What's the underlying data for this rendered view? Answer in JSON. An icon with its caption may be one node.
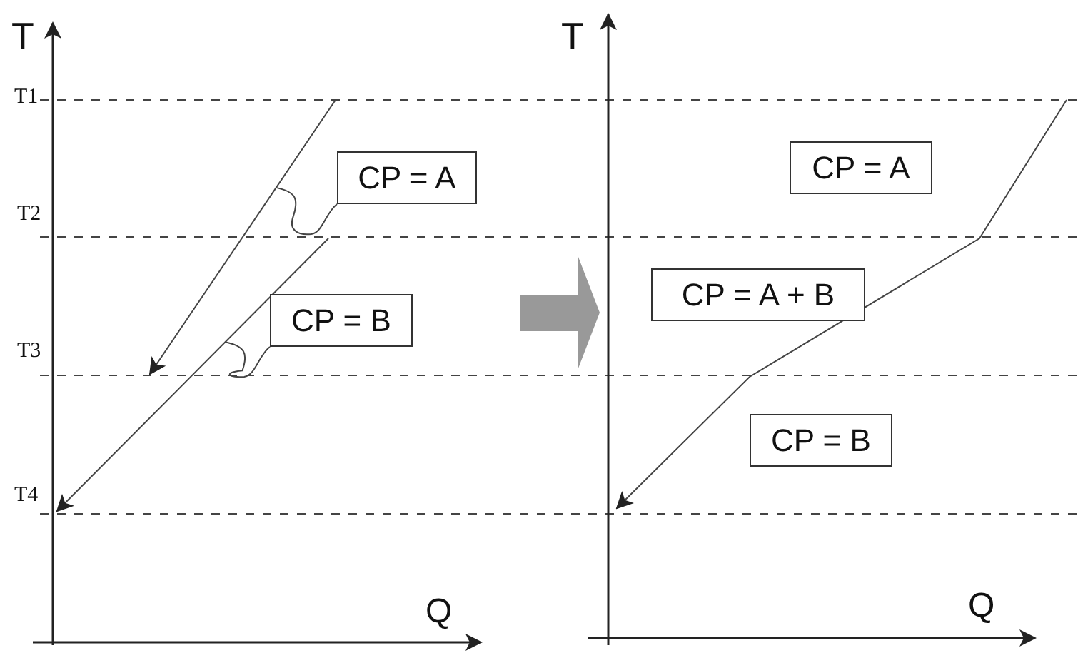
{
  "diagram": {
    "nodes": [
      {
        "text": [
          "CP = A"
        ]
      },
      {
        "text": [
          "CP = B"
        ]
      },
      {
        "text": [
          "CP = A"
        ]
      },
      {
        "text": [
          "CP = A + B"
        ]
      },
      {
        "text": [
          "CP = B"
        ]
      }
    ],
    "edges": [
      {
        "from": 0,
        "to": null,
        "arrow": "none"
      },
      {
        "from": 1,
        "to": null,
        "arrow": "none"
      }
    ],
    "labels": [
      "T",
      "T1",
      "T2",
      "T3",
      "T4",
      "Q",
      "T",
      "Q"
    ]
  }
}
